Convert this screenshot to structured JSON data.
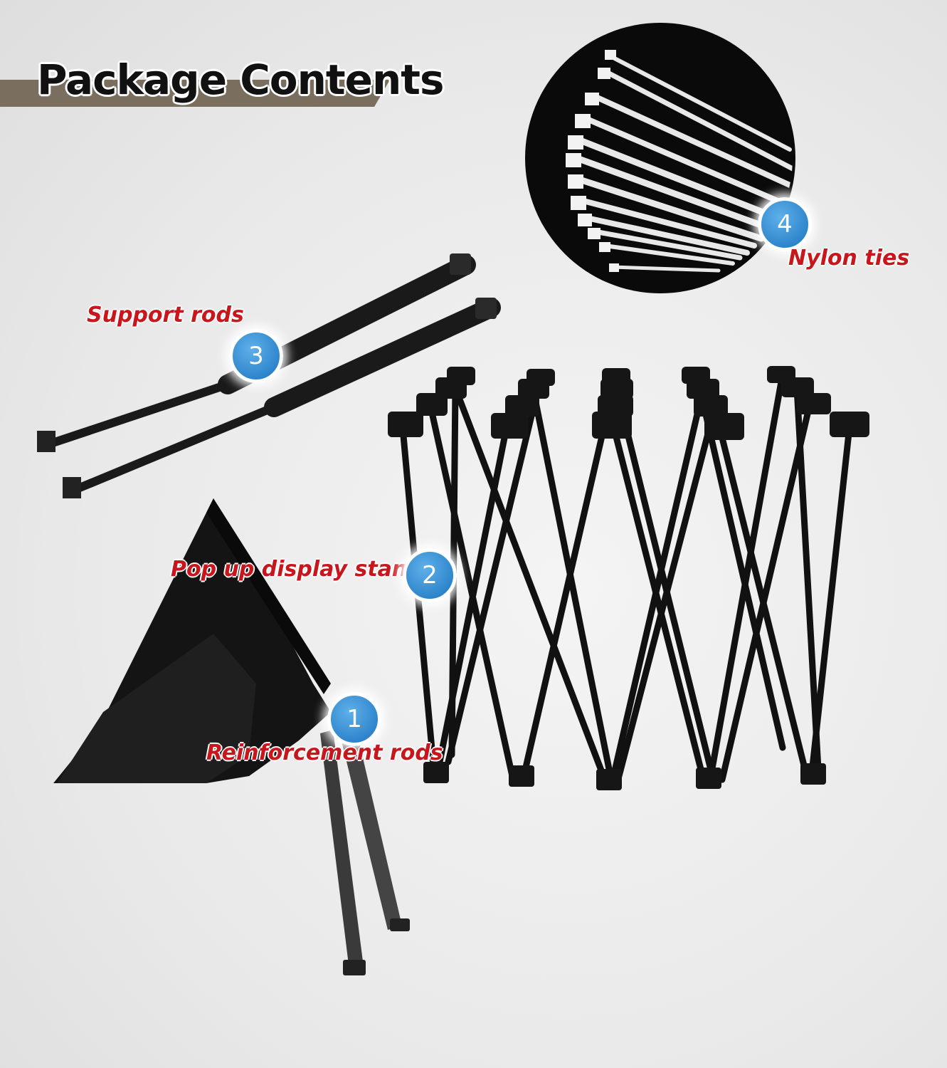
{
  "title": "Package Contents",
  "items": [
    {
      "number": "1",
      "label": "Reinforcement rods"
    },
    {
      "number": "2",
      "label": "Pop up display stand"
    },
    {
      "number": "3",
      "label": "Support rods"
    },
    {
      "number": "4",
      "label": "Nylon ties"
    }
  ],
  "colors": {
    "label_red": "#c8161d",
    "badge_blue": "#2f86cc",
    "title_bar": "#7a6f5e",
    "frame_black": "#111111"
  }
}
